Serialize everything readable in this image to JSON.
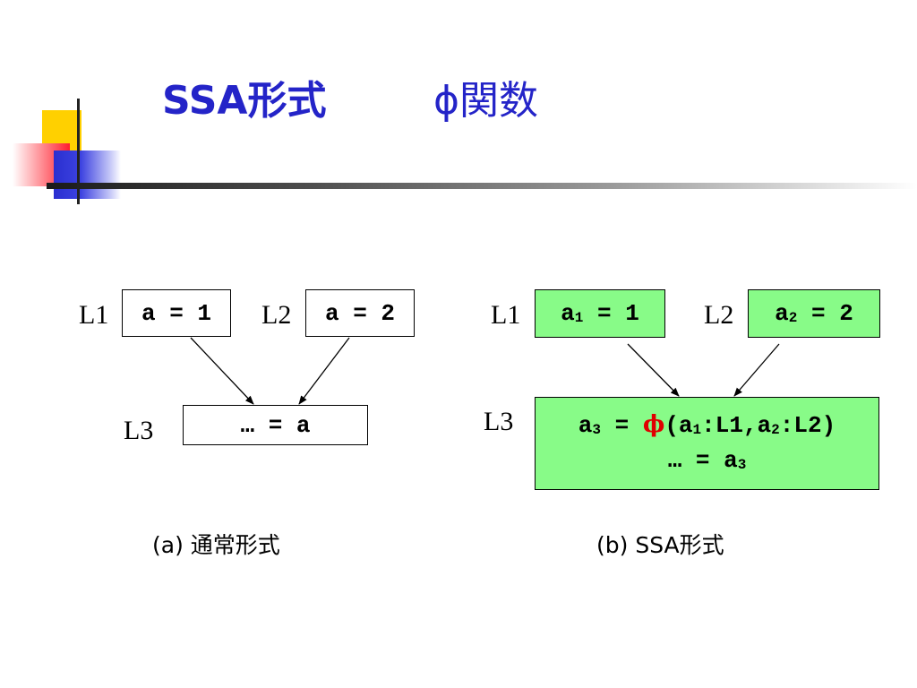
{
  "slide": {
    "title_left": "SSA形式",
    "title_right": "ϕ関数"
  },
  "diagram_a": {
    "label_l1": "L1",
    "label_l2": "L2",
    "label_l3": "L3",
    "box_l1": "a = 1",
    "box_l2": "a = 2",
    "box_l3": "… = a",
    "caption": "(a) 通常形式"
  },
  "diagram_b": {
    "label_l1": "L1",
    "label_l2": "L2",
    "label_l3": "L3",
    "box_l1": {
      "var": "a",
      "sub": "1",
      "rest": " = 1"
    },
    "box_l2": {
      "var": "a",
      "sub": "2",
      "rest": " = 2"
    },
    "box_l3": {
      "var": "a",
      "sub": "3",
      "eq": " = ",
      "phi": "ϕ",
      "open": "(a",
      "sub1": "1",
      "mid": ":L1,a",
      "sub2": "2",
      "close": ":L2)",
      "line2_prefix": "… = a",
      "line2_sub": "3"
    },
    "caption": "(b) SSA形式"
  },
  "colors": {
    "title": "#2424c8",
    "box_fill_ssa": "#88fb88",
    "phi": "#e00000"
  }
}
